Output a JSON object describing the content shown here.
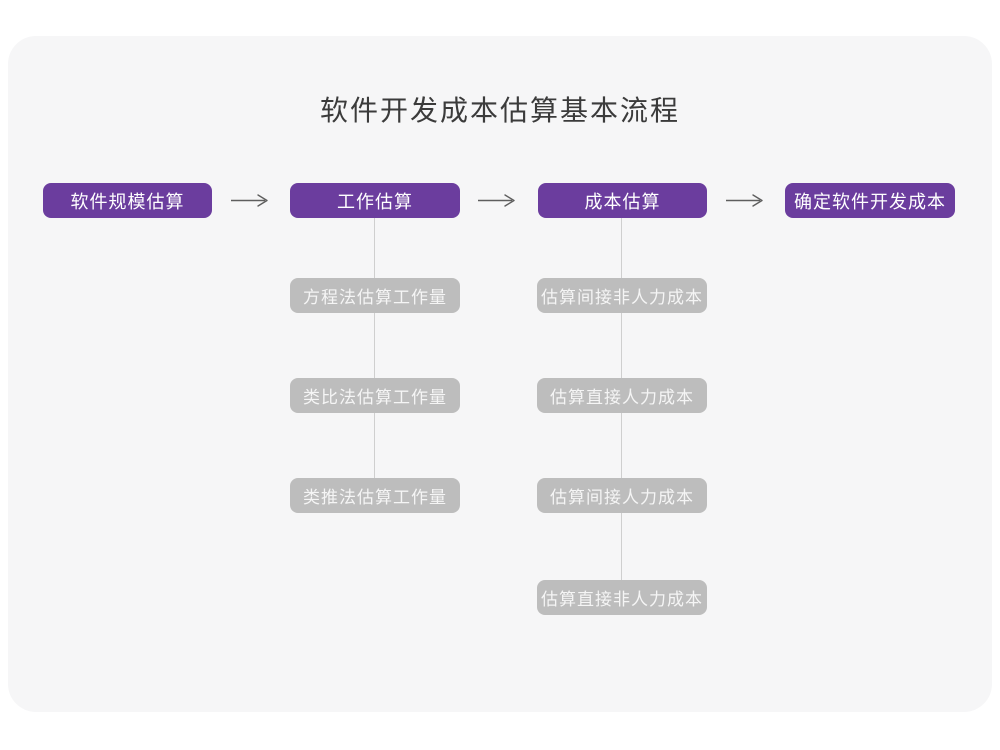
{
  "title": "软件开发成本估算基本流程",
  "flow": {
    "main_nodes": [
      {
        "label": "软件规模估算"
      },
      {
        "label": "工作估算"
      },
      {
        "label": "成本估算"
      },
      {
        "label": "确定软件开发成本"
      }
    ],
    "work_branch": {
      "nodes": [
        {
          "label": "方程法估算工作量"
        },
        {
          "label": "类比法估算工作量"
        },
        {
          "label": "类推法估算工作量"
        }
      ]
    },
    "cost_branch": {
      "nodes": [
        {
          "label": "估算间接非人力成本"
        },
        {
          "label": "估算直接人力成本"
        },
        {
          "label": "估算间接人力成本"
        },
        {
          "label": "估算直接非人力成本"
        }
      ]
    }
  },
  "colors": {
    "page_bg": "#FFFFFF",
    "canvas_bg": "#F6F6F7",
    "main_node_bg": "#6B3D9E",
    "main_node_text": "#FFFFFF",
    "sub_node_bg": "#BDBDBD",
    "sub_node_text": "#F5F5F5",
    "connector_line": "#CFCFCF",
    "arrow": "#5E5E5E",
    "title_text": "#3B3B3B"
  }
}
